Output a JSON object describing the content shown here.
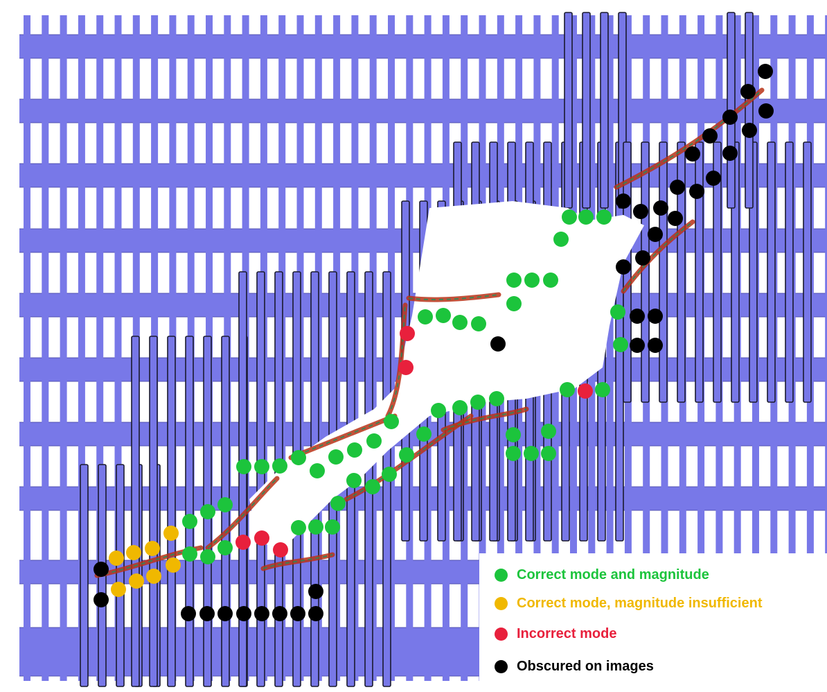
{
  "colors": {
    "background": "#ffffff",
    "beam_fill": "#7878e8",
    "outline": "#1a1a2e",
    "crack_red": "#b83218",
    "correct": "#1cc43c",
    "insufficient": "#f0b800",
    "incorrect": "#e8203c",
    "obscured": "#000000"
  },
  "legend": {
    "correct": {
      "label": "Correct mode and magnitude",
      "color": "#1cc43c",
      "text_color": "#1cc43c"
    },
    "insufficient": {
      "label": "Correct mode, magnitude insufficient",
      "color": "#f0b800",
      "text_color": "#f0b800"
    },
    "incorrect": {
      "label": "Incorrect mode",
      "color": "#e8203c",
      "text_color": "#e8203c"
    },
    "obscured": {
      "label": "Obscured on images",
      "color": "#000000",
      "text_color": "#000000"
    }
  }
}
